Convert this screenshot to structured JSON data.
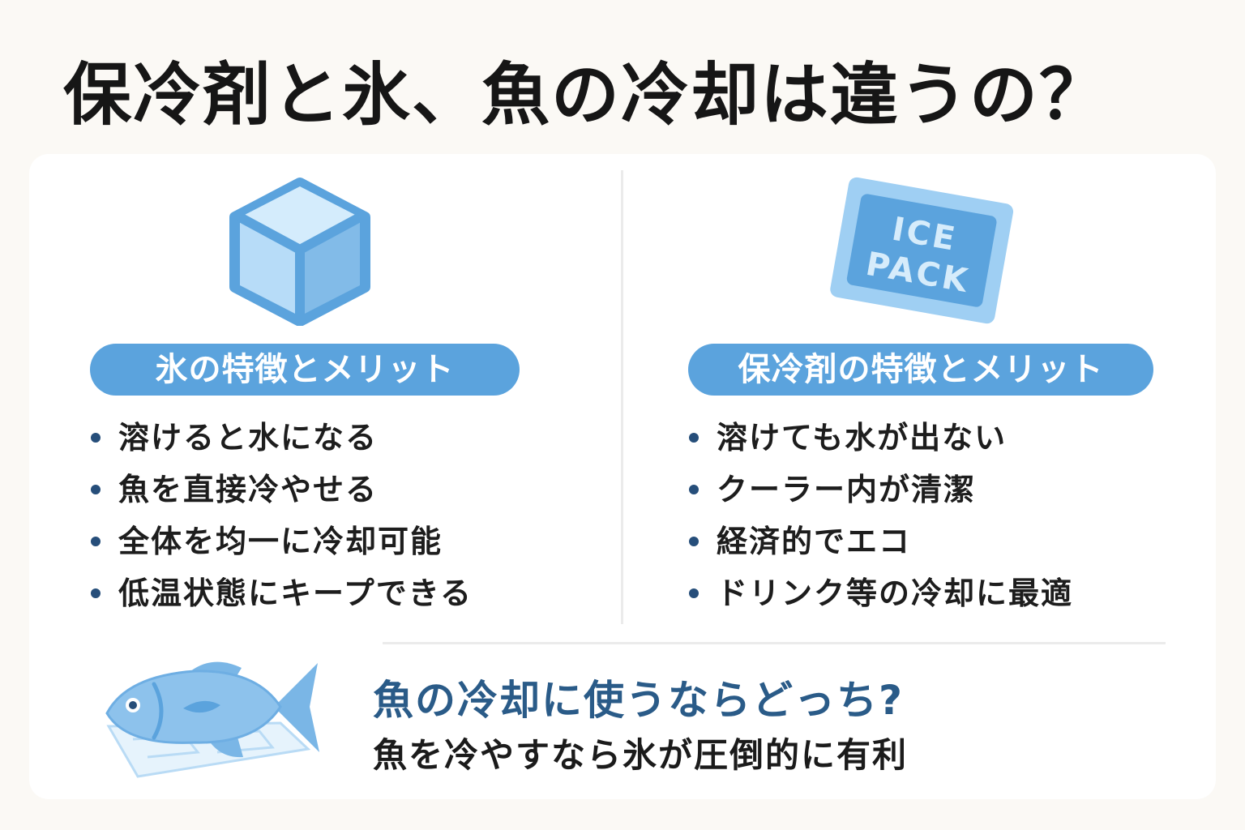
{
  "page": {
    "title": "保冷剤と氷、魚の冷却は違うの？"
  },
  "ice": {
    "icon": "ice-cube-icon",
    "heading": "氷の特徴とメリット",
    "points": [
      "溶けると水になる",
      "魚を直接冷やせる",
      "全体を均一に冷却可能",
      "低温状態にキープできる"
    ]
  },
  "ice_pack": {
    "icon": "ice-pack-icon",
    "label_line1": "ICE",
    "label_line2": "PACK",
    "heading": "保冷剤の特徴とメリット",
    "points": [
      "溶けても水が出ない",
      "クーラー内が清潔",
      "経済的でエコ",
      "ドリンク等の冷却に最適"
    ]
  },
  "conclusion": {
    "icon": "fish-on-ice-icon",
    "question": "魚の冷却に使うならどっち?",
    "answer": "魚を冷やすなら氷が圧倒的に有利"
  },
  "colors": {
    "accent": "#5ba3dd",
    "question_text": "#2a5b88",
    "bullet": "#264e7a",
    "background": "#fbf9f5",
    "card": "#ffffff"
  }
}
